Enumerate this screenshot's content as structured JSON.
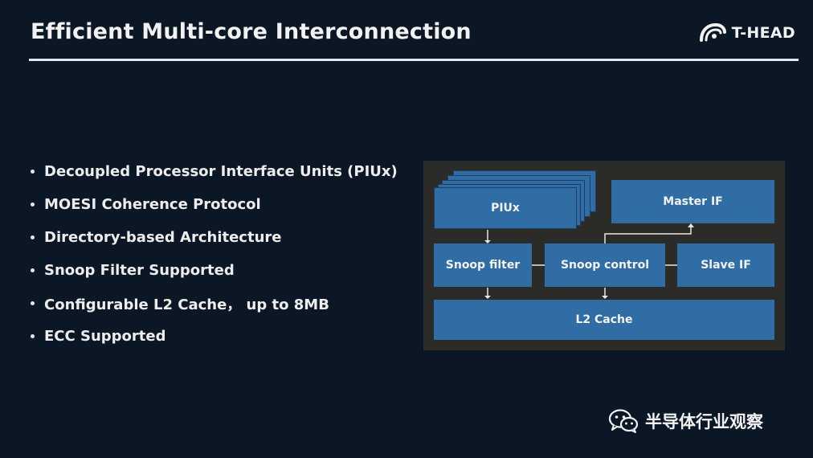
{
  "slide": {
    "title": "Efficient Multi-core Interconnection",
    "logo_text": "T-HEAD",
    "logo_icon": "t-head-logo-icon"
  },
  "bullets": [
    "Decoupled Processor Interface Units (PIUx)",
    "MOESI Coherence Protocol",
    "Directory-based Architecture",
    "Snoop Filter Supported",
    "Configurable L2 Cache， up to 8MB",
    "ECC Supported"
  ],
  "diagram": {
    "colors": {
      "background": "#2b2b28",
      "block": "#2f6da4",
      "arrow": "#e6e6e6"
    },
    "blocks": {
      "piux": "PIUx",
      "master_if": "Master IF",
      "snoop_filter": "Snoop filter",
      "snoop_control": "Snoop control",
      "slave_if": "Slave IF",
      "l2_cache": "L2 Cache"
    }
  },
  "watermark": {
    "text": "半导体行业观察",
    "icon": "wechat-icon"
  }
}
